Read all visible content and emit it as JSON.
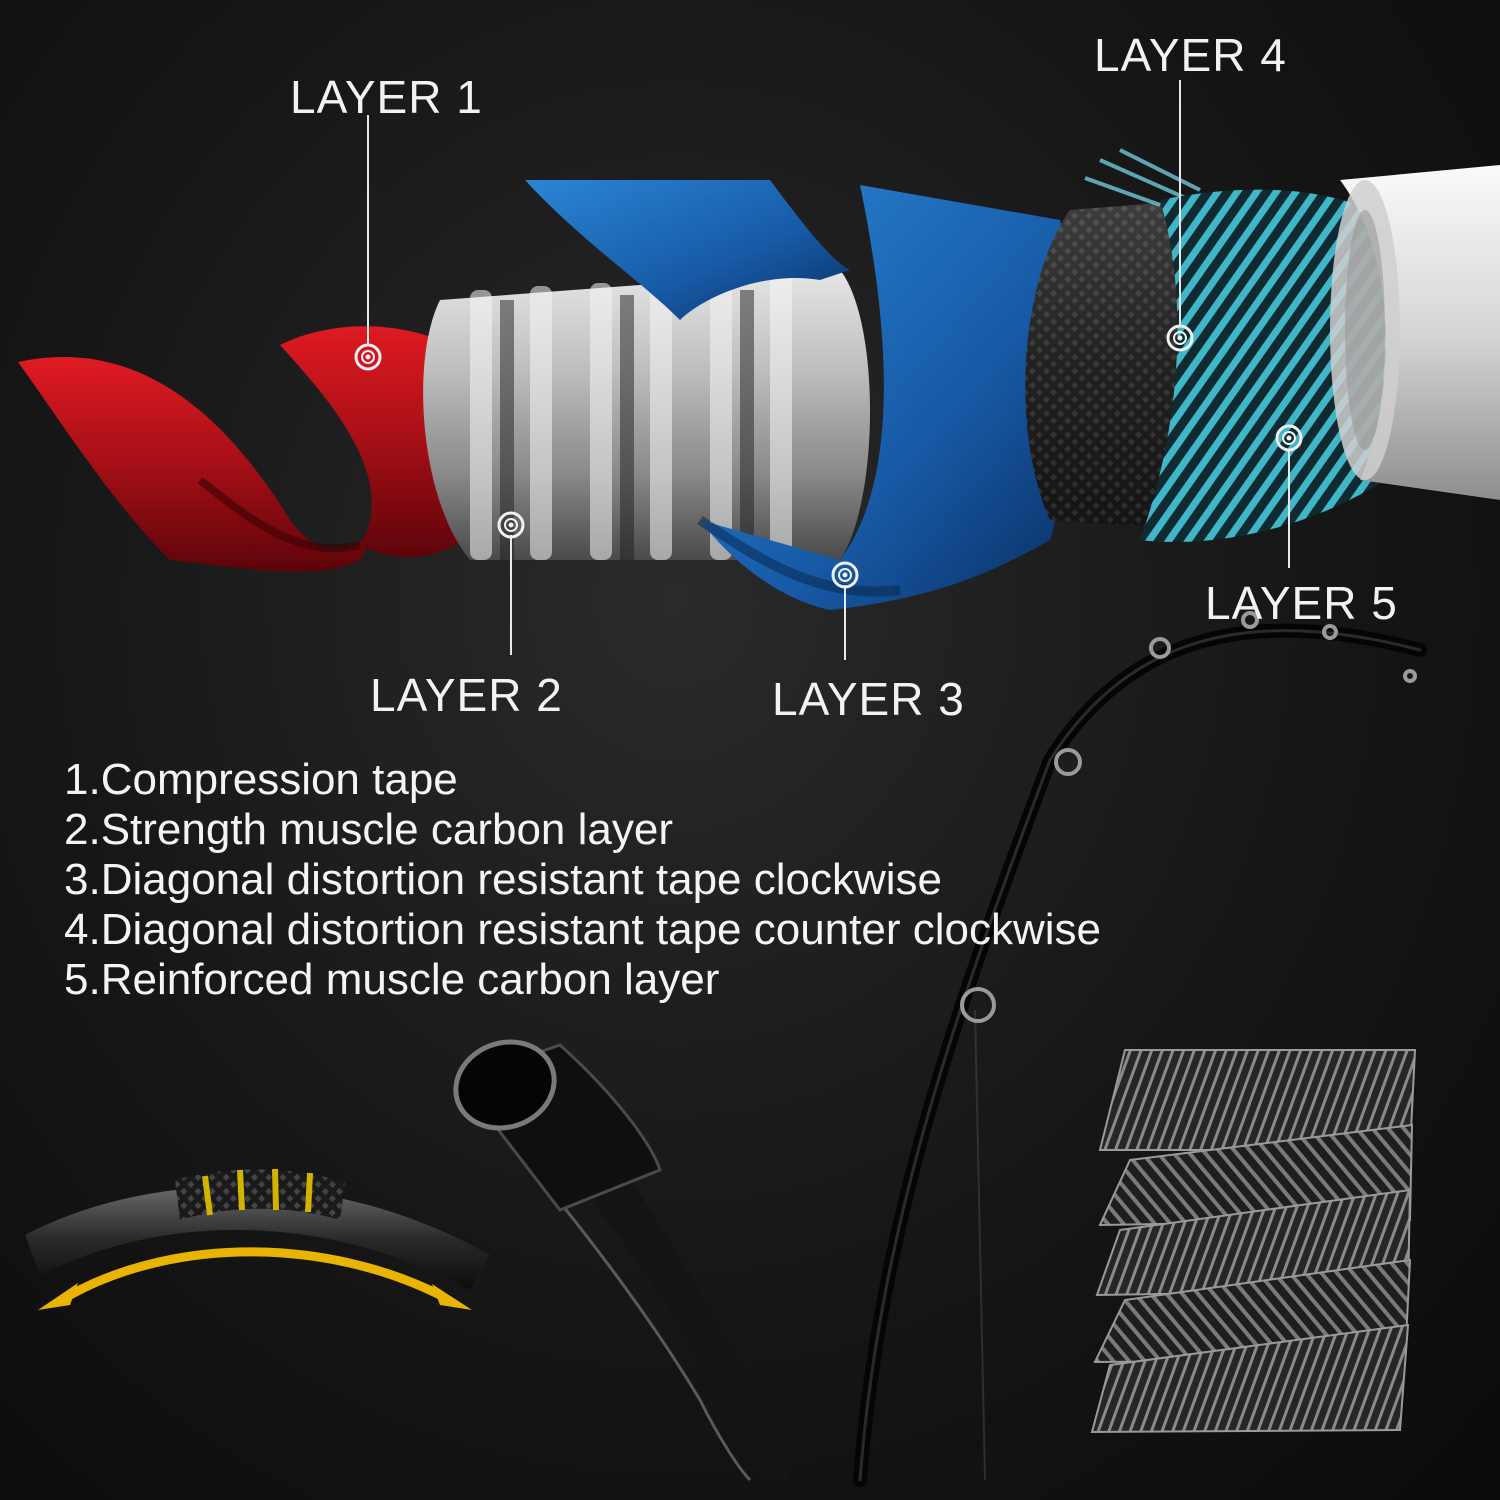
{
  "labels": {
    "layer1": "LAYER 1",
    "layer2": "LAYER 2",
    "layer3": "LAYER 3",
    "layer4": "LAYER 4",
    "layer5": "LAYER 5"
  },
  "legend": [
    "1.Compression tape",
    "2.Strength muscle carbon layer",
    "3.Diagonal distortion resistant tape clockwise",
    "4.Diagonal distortion resistant tape counter clockwise",
    "5.Reinforced muscle carbon layer"
  ],
  "colors": {
    "background": "#121212",
    "compression_tape": "#b0121a",
    "carbon_strength": "#cfcfcf",
    "diagonal_tape": "#1a5fb0",
    "reinforced_carbon": "#3aa9c9",
    "arrow": "#e8b400"
  },
  "icons": [
    "target-marker-icon",
    "bend-arrow-icon"
  ]
}
